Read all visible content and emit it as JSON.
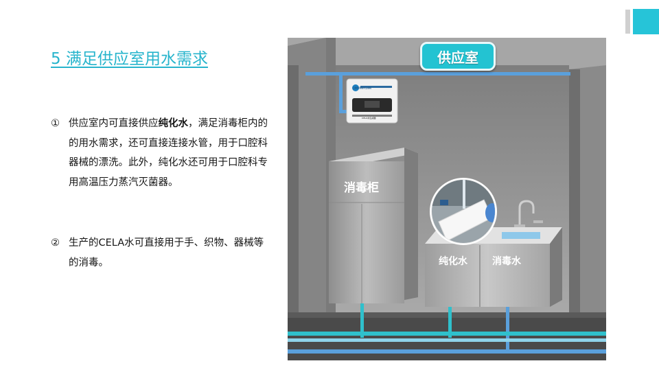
{
  "title": "5 满足供应室用水需求",
  "points": [
    {
      "num": "①",
      "pre": "供应室内可直接供应",
      "bold": "纯化水",
      "post": "，满足消毒柜内的的用水需求，还可直接连接水管，用于口腔科器械的漂洗。此外，纯化水还可用于口腔科专用高温压力蒸汽灭菌器。"
    },
    {
      "num": "②",
      "text": "生产的CELA水可直接用于手、织物、器械等的消毒。"
    }
  ],
  "illustration": {
    "room_sign": "供应室",
    "cabinet_label": "消毒柜",
    "sink_left_label": "纯化水",
    "sink_right_label": "消毒水",
    "device_brand_text": "口腔科消毒水生成机",
    "device_footer_text": "CELA水生成器"
  },
  "colors": {
    "accent": "#26b4cc",
    "teal_block": "#26c4d8",
    "pipe_blue": "#5aa0dc",
    "pipe_teal": "#2fc0cc",
    "pipe_light": "#8fd3ea"
  }
}
